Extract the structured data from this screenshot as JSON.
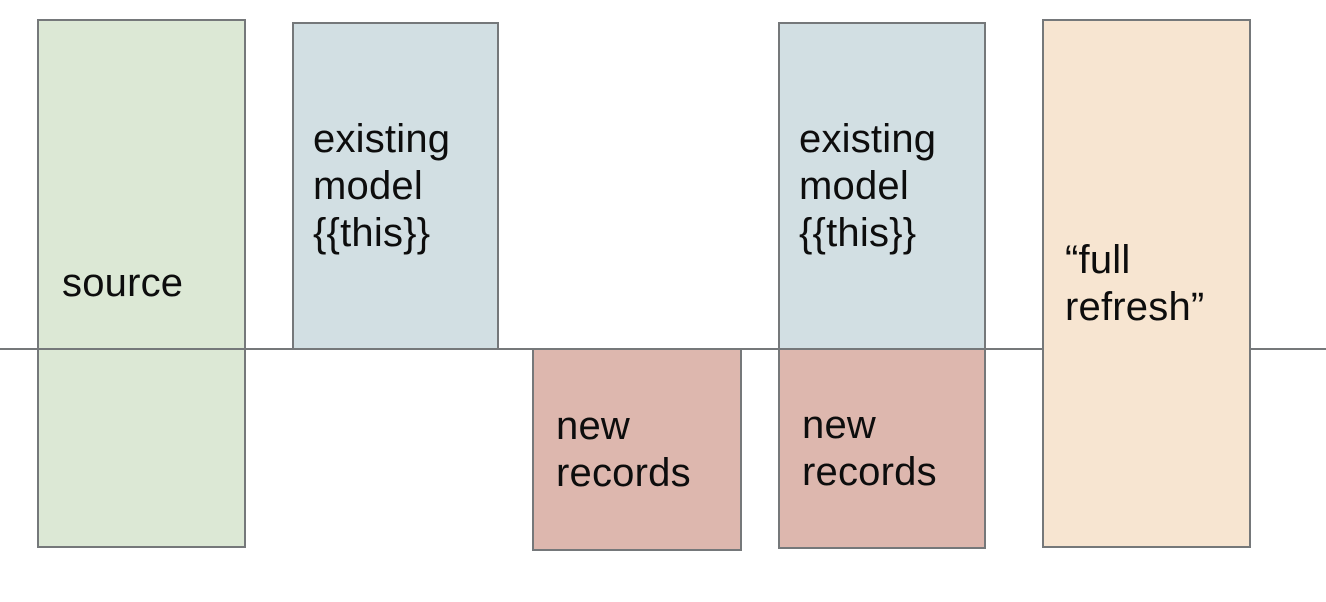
{
  "diagram": {
    "colors": {
      "background": "#ffffff",
      "border": "#75787a",
      "divider_line": "#75787a",
      "text": "#0d0d0d",
      "source_fill": "#dce8d5",
      "existing_model_fill": "#d2dfe3",
      "new_records_fill": "#ddb7ae",
      "full_refresh_fill": "#f7e5d1"
    },
    "boxes": [
      {
        "id": "source",
        "label": "source",
        "fill": "#dce8d5"
      },
      {
        "id": "existing-model-1",
        "label": "existing\nmodel\n{{this}}",
        "fill": "#d2dfe3"
      },
      {
        "id": "new-records-1",
        "label": "new\nrecords",
        "fill": "#ddb7ae"
      },
      {
        "id": "existing-model-2",
        "label": "existing\nmodel\n{{this}}",
        "fill": "#d2dfe3"
      },
      {
        "id": "new-records-2",
        "label": "new\nrecords",
        "fill": "#ddb7ae"
      },
      {
        "id": "full-refresh",
        "label": "“full\nrefresh”",
        "fill": "#f7e5d1"
      }
    ]
  }
}
